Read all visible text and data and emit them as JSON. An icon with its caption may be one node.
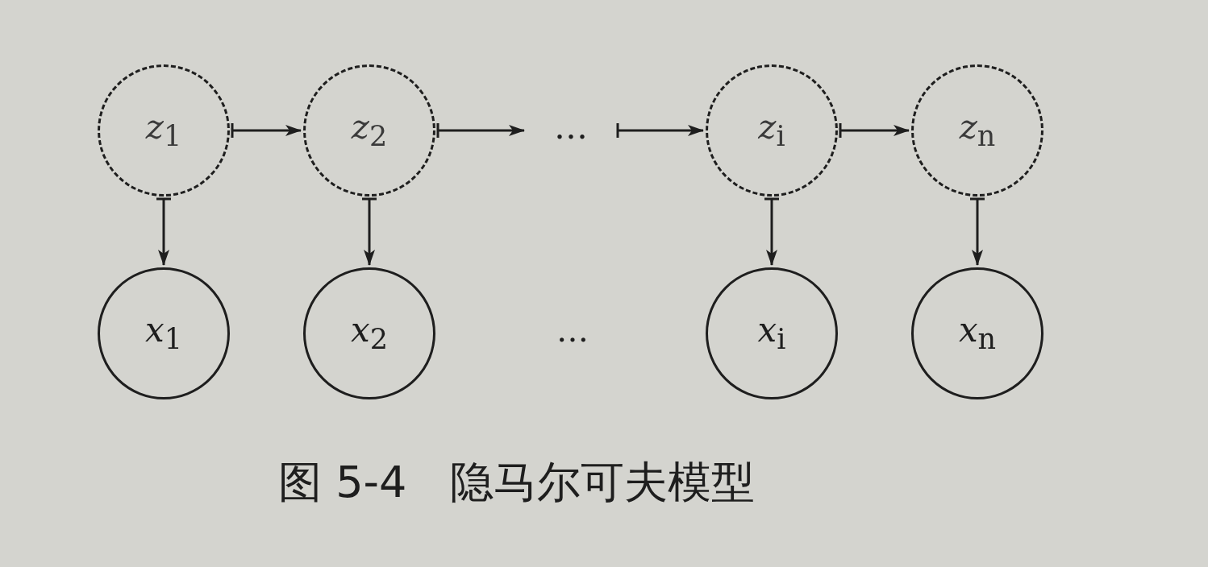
{
  "diagram": {
    "caption": "图 5-4　隐马尔可夫模型",
    "nodes": [
      {
        "text": [
          "*z*$_{1}$"
        ]
      },
      {
        "text": [
          "*z*$_{2}$"
        ]
      },
      {
        "text": [
          "…"
        ]
      },
      {
        "text": [
          "*z*$_{i}$"
        ]
      },
      {
        "text": [
          "*z*$_{n}$"
        ]
      },
      {
        "text": [
          "*x*$_{1}$"
        ]
      },
      {
        "text": [
          "*x*$_{2}$"
        ]
      },
      {
        "text": [
          "*x*$_{i}$"
        ]
      },
      {
        "text": [
          "*x*$_{n}$"
        ]
      }
    ],
    "edges": [
      {
        "from": 0,
        "to": 1,
        "arrow": "to"
      },
      {
        "from": 1,
        "to": 2,
        "arrow": "to"
      },
      {
        "from": 2,
        "to": 3,
        "arrow": "to"
      },
      {
        "from": 3,
        "to": 4,
        "arrow": "to"
      },
      {
        "from": 0,
        "to": 5,
        "arrow": "to"
      },
      {
        "from": 1,
        "to": 6,
        "arrow": "to"
      },
      {
        "from": 3,
        "to": 7,
        "arrow": "to"
      },
      {
        "from": 4,
        "to": 8,
        "arrow": "to"
      }
    ],
    "labels": [
      "…"
    ]
  }
}
